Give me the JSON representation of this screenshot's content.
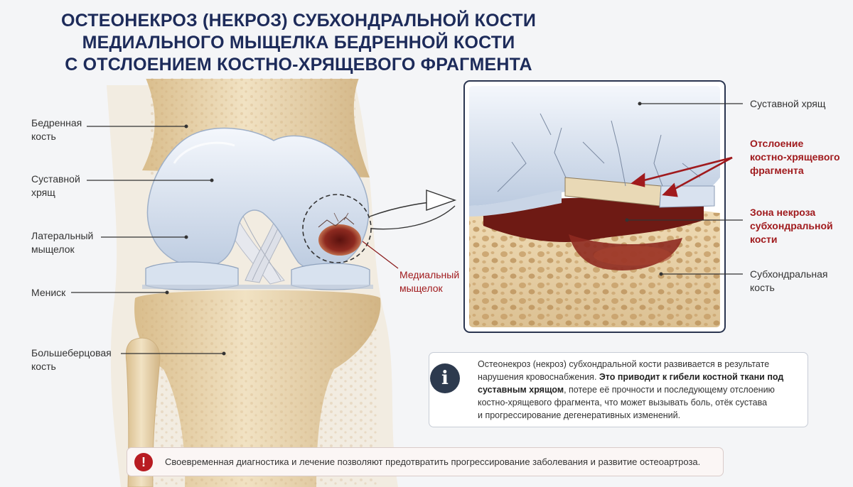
{
  "title": {
    "line1": "ОСТЕОНЕКРОЗ (НЕКРОЗ) СУБХОНДРАЛЬНОЙ КОСТИ",
    "line2": "МЕДИАЛЬНОГО МЫЩЕЛКА БЕДРЕННОЙ КОСТИ",
    "line3": "С ОТСЛОЕНИЕМ КОСТНО-ХРЯЩЕВОГО ФРАГМЕНТА"
  },
  "left_labels": {
    "femur": [
      "Бедренная",
      "кость"
    ],
    "cartilage": [
      "Суставной",
      "хрящ"
    ],
    "lateral_condyle": [
      "Латеральный",
      "мыщелок"
    ],
    "meniscus": "Мениск",
    "tibia": [
      "Большеберцовая",
      "кость"
    ]
  },
  "center_label": {
    "medial_condyle": [
      "Медиальный",
      "мыщелок"
    ]
  },
  "right_labels": {
    "cartilage": "Суставной хрящ",
    "detachment": [
      "Отслоение",
      "костно-хрящевого",
      "фрагмента"
    ],
    "necrosis_zone": [
      "Зона некроза",
      "субхондральной",
      "кости"
    ],
    "subchondral_bone": [
      "Субхондральная",
      "кость"
    ]
  },
  "info": {
    "icon": "info-icon",
    "line1": "Остеонекроз (некроз) субхондральной кости развивается в результате",
    "line2_normal": "нарушения кровоснабжения. ",
    "line2_bold": "Это приводит к гибели костной ткани под",
    "line3_bold": "суставным хрящом",
    "line3_normal": ", потере её прочности и последующему отслоению",
    "line4": "костно-хрящевого фрагмента, что может вызывать боль, отёк сустава",
    "line5": "и прогрессирование дегенеративных изменений."
  },
  "alert": {
    "icon": "exclamation-icon",
    "text": "Своевременная диагностика и лечение позволяют предотвратить прогрессирование заболевания и развитие остеоартроза."
  },
  "colors": {
    "title": "#1d2b5a",
    "accent_red": "#a01a1d",
    "bone": "#e8d3ac",
    "cartilage": "#dfe7f3",
    "necrosis": "#7a1e18",
    "info_icon_bg": "#2d3a4e",
    "alert_icon_bg": "#b81c22"
  }
}
